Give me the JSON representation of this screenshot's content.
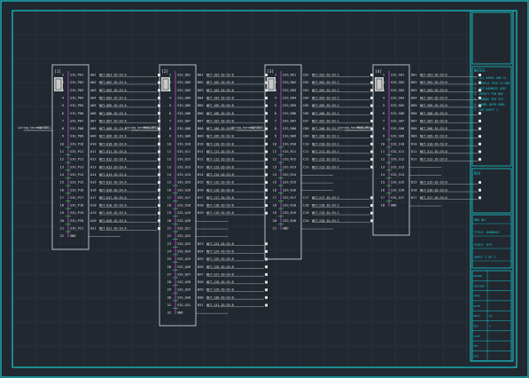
{
  "colors": {
    "background": "#212830",
    "frame": "#19c8d0",
    "block": "#c9ced3",
    "text": "#e6e6e6",
    "pin_line": "#c04ad8",
    "ground": "#33c24a",
    "grid": "#2f3842"
  },
  "blocks": [
    {
      "id": "U1",
      "ref": "[1]",
      "left_net": "wiring_harness_01",
      "side_label": "CAP-F01",
      "rows": [
        [
          "1",
          "SIG_P01",
          "A01",
          "NET-001-IO-CH-A"
        ],
        [
          "2",
          "SIG_P02",
          "A02",
          "NET-002-IO-CH-A"
        ],
        [
          "3",
          "SIG_P03",
          "A03",
          "NET-003-IO-CH-A"
        ],
        [
          "4",
          "SIG_P04",
          "A04",
          "NET-004-IO-CH-A"
        ],
        [
          "5",
          "SIG_P05",
          "A05",
          "NET-005-IO-CH-A"
        ],
        [
          "6",
          "SIG_P06",
          "A06",
          "NET-006-IO-CH-A"
        ],
        [
          "7",
          "SIG_P07",
          "A07",
          "NET-007-IO-CH-A"
        ],
        [
          "8",
          "SIG_P08",
          "A08",
          "NET-008-IO-CH-A"
        ],
        [
          "9",
          "SIG_P09",
          "A09",
          "NET-009-IO-CH-A"
        ],
        [
          "10",
          "SIG_P10",
          "A10",
          "NET-010-IO-CH-A"
        ],
        [
          "11",
          "SIG_P11",
          "A11",
          "NET-011-IO-CH-A"
        ],
        [
          "12",
          "SIG_P12",
          "A12",
          "NET-012-IO-CH-A"
        ],
        [
          "13",
          "SIG_P13",
          "A13",
          "NET-013-IO-CH-A"
        ],
        [
          "14",
          "SIG_P14",
          "A14",
          "NET-014-IO-CH-A"
        ],
        [
          "15",
          "SIG_P15",
          "A15",
          "NET-015-IO-CH-A"
        ],
        [
          "16",
          "SIG_P16",
          "A16",
          "NET-016-IO-CH-A"
        ],
        [
          "17",
          "SIG_P17",
          "A17",
          "NET-017-IO-CH-A"
        ],
        [
          "18",
          "SIG_P18",
          "A18",
          "NET-018-IO-CH-A"
        ],
        [
          "19",
          "SIG_P19",
          "A19",
          "NET-019-IO-CH-A"
        ],
        [
          "20",
          "SIG_P20",
          "A20",
          "NET-020-IO-CH-A"
        ],
        [
          "21",
          "SIG_P21",
          "A21",
          "NET-021-IO-CH-A"
        ],
        [
          "22",
          "GND",
          "",
          ""
        ]
      ]
    },
    {
      "id": "U2",
      "ref": "[2]",
      "left_net": "wiring_harness_02",
      "side_label": "PACK-P02",
      "rows": [
        [
          "1",
          "SIG_Q01",
          "B01",
          "NET-101-IO-CH-B"
        ],
        [
          "2",
          "SIG_Q02",
          "B02",
          "NET-102-IO-CH-B"
        ],
        [
          "3",
          "SIG_Q03",
          "B03",
          "NET-103-IO-CH-B"
        ],
        [
          "4",
          "SIG_Q04",
          "B04",
          "NET-104-IO-CH-B"
        ],
        [
          "5",
          "SIG_Q05",
          "B05",
          "NET-105-IO-CH-B"
        ],
        [
          "6",
          "SIG_Q06",
          "B06",
          "NET-106-IO-CH-B"
        ],
        [
          "7",
          "SIG_Q07",
          "B07",
          "NET-107-IO-CH-B"
        ],
        [
          "8",
          "SIG_Q08",
          "B08",
          "NET-108-IO-CH-B"
        ],
        [
          "9",
          "SIG_Q09",
          "B09",
          "NET-109-IO-CH-B"
        ],
        [
          "10",
          "SIG_Q10",
          "B10",
          "NET-110-IO-CH-B"
        ],
        [
          "11",
          "SIG_Q11",
          "B11",
          "NET-111-IO-CH-B"
        ],
        [
          "12",
          "SIG_Q12",
          "B12",
          "NET-112-IO-CH-B"
        ],
        [
          "13",
          "SIG_Q13",
          "B13",
          "NET-113-IO-CH-B"
        ],
        [
          "14",
          "SIG_Q14",
          "B14",
          "NET-114-IO-CH-B"
        ],
        [
          "15",
          "SIG_Q15",
          "B15",
          "NET-115-IO-CH-B"
        ],
        [
          "16",
          "SIG_Q16",
          "B16",
          "NET-116-IO-CH-B"
        ],
        [
          "17",
          "SIG_Q17",
          "B17",
          "NET-117-IO-CH-B"
        ],
        [
          "18",
          "SIG_Q18",
          "B18",
          "NET-118-IO-CH-B"
        ],
        [
          "19",
          "SIG_Q19",
          "B19",
          "NET-119-IO-CH-B"
        ],
        [
          "20",
          "SIG_Q20",
          "",
          ""
        ],
        [
          "21",
          "SIG_Q21",
          "",
          ""
        ],
        [
          "22",
          "SIG_Q22",
          "",
          ""
        ],
        [
          "23",
          "SIG_Q23",
          "B23",
          "NET-123-IO-CH-B"
        ],
        [
          "24",
          "SIG_Q24",
          "B24",
          "NET-124-IO-CH-B"
        ],
        [
          "25",
          "SIG_Q25",
          "B25",
          "NET-125-IO-CH-B"
        ],
        [
          "26",
          "SIG_Q26",
          "B26",
          "NET-126-IO-CH-B"
        ],
        [
          "27",
          "SIG_Q27",
          "B27",
          "NET-127-IO-CH-B"
        ],
        [
          "28",
          "SIG_Q28",
          "B28",
          "NET-128-IO-CH-B"
        ],
        [
          "29",
          "SIG_Q29",
          "B29",
          "NET-129-IO-CH-B"
        ],
        [
          "30",
          "SIG_Q30",
          "B30",
          "NET-130-IO-CH-B"
        ],
        [
          "31",
          "SIG_Q31",
          "B31",
          "NET-131-IO-CH-B"
        ],
        [
          "32",
          "GND",
          "",
          ""
        ]
      ]
    },
    {
      "id": "U3",
      "ref": "[3]",
      "left_net": "wiring_harness_03",
      "side_label": "CAP-C03",
      "rows": [
        [
          "1",
          "SIG_R01",
          "C01",
          "NET-201-IO-CH-C"
        ],
        [
          "2",
          "SIG_R02",
          "C02",
          "NET-202-IO-CH-C"
        ],
        [
          "3",
          "SIG_R03",
          "C03",
          "NET-203-IO-CH-C"
        ],
        [
          "4",
          "SIG_R04",
          "C04",
          "NET-204-IO-CH-C"
        ],
        [
          "5",
          "SIG_R05",
          "C05",
          "NET-205-IO-CH-C"
        ],
        [
          "6",
          "SIG_R06",
          "C06",
          "NET-206-IO-CH-C"
        ],
        [
          "7",
          "SIG_R07",
          "C07",
          "NET-207-IO-CH-C"
        ],
        [
          "8",
          "SIG_R08",
          "C08",
          "NET-208-IO-CH-C"
        ],
        [
          "9",
          "SIG_R09",
          "C09",
          "NET-209-IO-CH-C"
        ],
        [
          "10",
          "SIG_R10",
          "C10",
          "NET-210-IO-CH-C"
        ],
        [
          "11",
          "SIG_R11",
          "C11",
          "NET-211-IO-CH-C"
        ],
        [
          "12",
          "SIG_R12",
          "C12",
          "NET-212-IO-CH-C"
        ],
        [
          "13",
          "SIG_R13",
          "C13",
          "NET-213-IO-CH-C"
        ],
        [
          "14",
          "SIG_R14",
          "",
          ""
        ],
        [
          "15",
          "SIG_R15",
          "",
          ""
        ],
        [
          "16",
          "SIG_R16",
          "",
          ""
        ],
        [
          "17",
          "SIG_R17",
          "C17",
          "NET-217-IO-CH-C"
        ],
        [
          "18",
          "SIG_R18",
          "C18",
          "NET-218-IO-CH-C"
        ],
        [
          "19",
          "SIG_R19",
          "C19",
          "NET-219-IO-CH-C"
        ],
        [
          "20",
          "SIG_R20",
          "C20",
          "NET-220-IO-CH-C"
        ],
        [
          "21",
          "GND",
          "",
          ""
        ]
      ]
    },
    {
      "id": "U4",
      "ref": "[4]",
      "left_net": "wiring_harness_04",
      "side_label": "PACK-P04",
      "rows": [
        [
          "1",
          "SIG_S01",
          "D01",
          "NET-301-IO-CH-D"
        ],
        [
          "2",
          "SIG_S02",
          "D02",
          "NET-302-IO-CH-D"
        ],
        [
          "3",
          "SIG_S03",
          "D03",
          "NET-303-IO-CH-D"
        ],
        [
          "4",
          "SIG_S04",
          "D04",
          "NET-304-IO-CH-D"
        ],
        [
          "5",
          "SIG_S05",
          "D05",
          "NET-305-IO-CH-D"
        ],
        [
          "6",
          "SIG_S06",
          "D06",
          "NET-306-IO-CH-D"
        ],
        [
          "7",
          "SIG_S07",
          "D07",
          "NET-307-IO-CH-D"
        ],
        [
          "8",
          "SIG_S08",
          "D08",
          "NET-308-IO-CH-D"
        ],
        [
          "9",
          "SIG_S09",
          "D09",
          "NET-309-IO-CH-D"
        ],
        [
          "10",
          "SIG_S10",
          "D10",
          "NET-310-IO-CH-D"
        ],
        [
          "11",
          "SIG_S11",
          "D11",
          "NET-311-IO-CH-D"
        ],
        [
          "12",
          "SIG_S12",
          "D12",
          "NET-312-IO-CH-D"
        ],
        [
          "13",
          "SIG_S13",
          "",
          ""
        ],
        [
          "14",
          "SIG_S14",
          "",
          ""
        ],
        [
          "15",
          "SIG_S15",
          "D15",
          "NET-315-IO-CH-D"
        ],
        [
          "16",
          "SIG_S16",
          "D16",
          "NET-316-IO-CH-D"
        ],
        [
          "17",
          "SIG_S17",
          "D17",
          "NET-317-IO-CH-D"
        ],
        [
          "18",
          "GND",
          "",
          ""
        ]
      ]
    }
  ],
  "title_block": {
    "notes_header": "NOTES:",
    "notes_lines": [
      "1. ALL WIRES AWG 22",
      "2. SHIELD TIED TO GND",
      "3. REF HARNESS SPEC",
      "4. VERIFY PIN MAP",
      "5. TORQUE PER STD",
      "6. LABEL BOTH ENDS",
      "7. SEE SHEET 2"
    ],
    "section_label": "REV",
    "info_lines": [
      "DWG NO:",
      "TITLE: HARNESS",
      "SCALE: NTS",
      "SHEET 1 OF 1"
    ],
    "grid_cells": [
      [
        "DRAWN",
        ""
      ],
      [
        "CHECKED",
        ""
      ],
      [
        "APPR",
        ""
      ],
      [
        "DATE",
        ""
      ],
      [
        "PROJ",
        "01"
      ],
      [
        "REV",
        "A"
      ],
      [
        "SIZE",
        ""
      ],
      [
        "FMT",
        ""
      ],
      [
        "CAD",
        ""
      ]
    ]
  }
}
